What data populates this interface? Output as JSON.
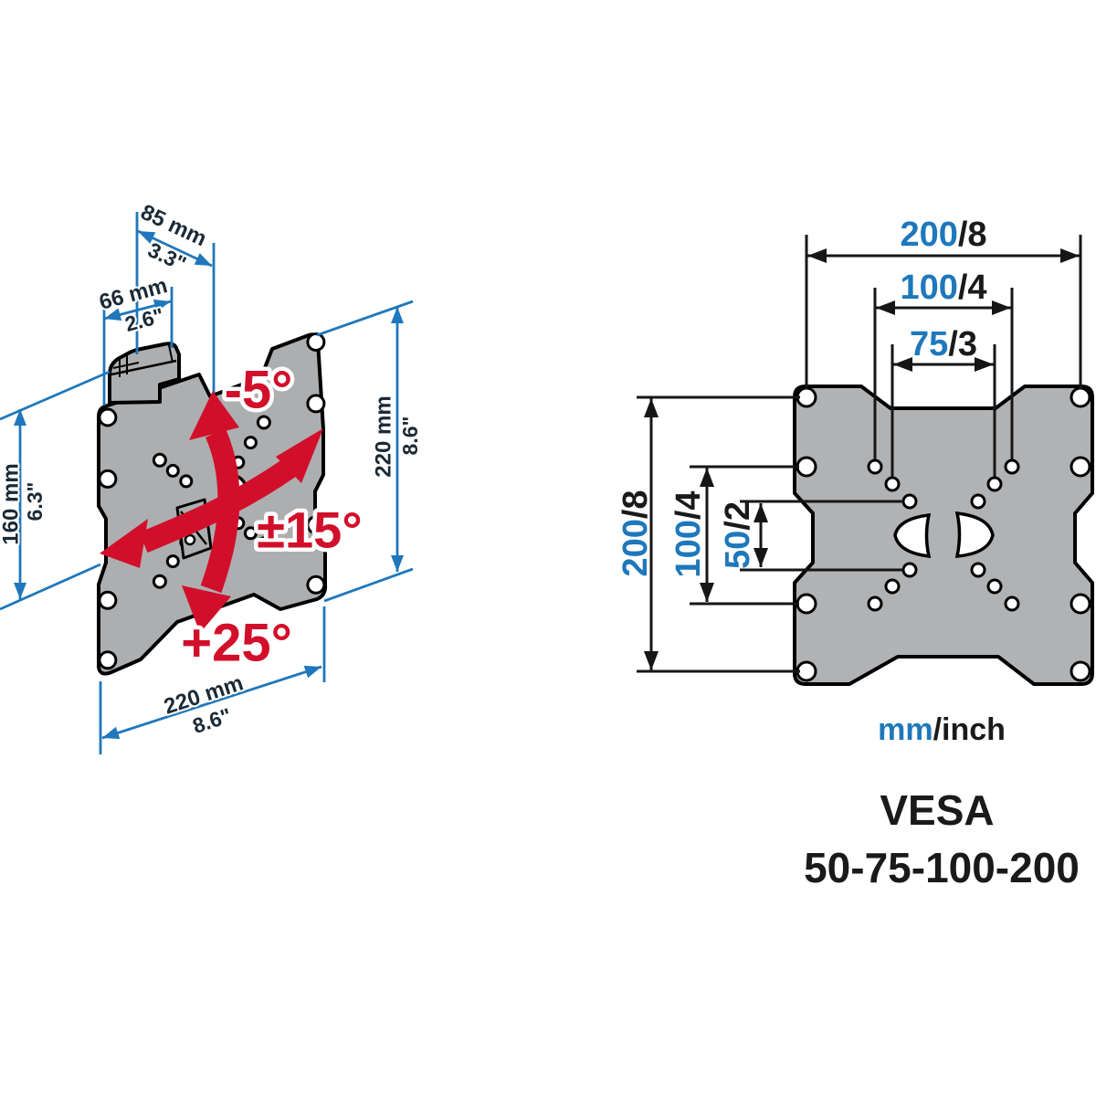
{
  "colors": {
    "accent_blue": "#1e78bb",
    "dimension_text_dark": "#1b2a36",
    "angle_red": "#d20f2a",
    "plate_gray": "#b1b2b4",
    "plate_gray_3d": "#adaeb0",
    "outline_black": "#000000",
    "background": "#ffffff"
  },
  "left_view": {
    "dimensions": {
      "width_center": {
        "mm": "85 mm",
        "inch": "3.3\""
      },
      "hook_width": {
        "mm": "66 mm",
        "inch": "2.6\""
      },
      "hole_height": {
        "mm": "160 mm",
        "inch": "6.3\""
      },
      "plate_height": {
        "mm": "220 mm",
        "inch": "8.6\""
      },
      "plate_width": {
        "mm": "220 mm",
        "inch": "8.6\""
      }
    },
    "angles": {
      "tilt_up": "-5°",
      "swivel": "±15°",
      "tilt_down": "+25°"
    }
  },
  "right_view": {
    "horizontal_dims": [
      {
        "mm": "200",
        "inch": "/8"
      },
      {
        "mm": "100",
        "inch": "/4"
      },
      {
        "mm": "75",
        "inch": "/3"
      }
    ],
    "vertical_dims": [
      {
        "mm": "200",
        "inch": "/8"
      },
      {
        "mm": "100",
        "inch": "/4"
      },
      {
        "mm": "50",
        "inch": "/2"
      }
    ],
    "units_label": {
      "mm": "mm",
      "separator_inch": "/inch"
    },
    "vesa_title": "VESA",
    "vesa_sizes": "50-75-100-200"
  }
}
